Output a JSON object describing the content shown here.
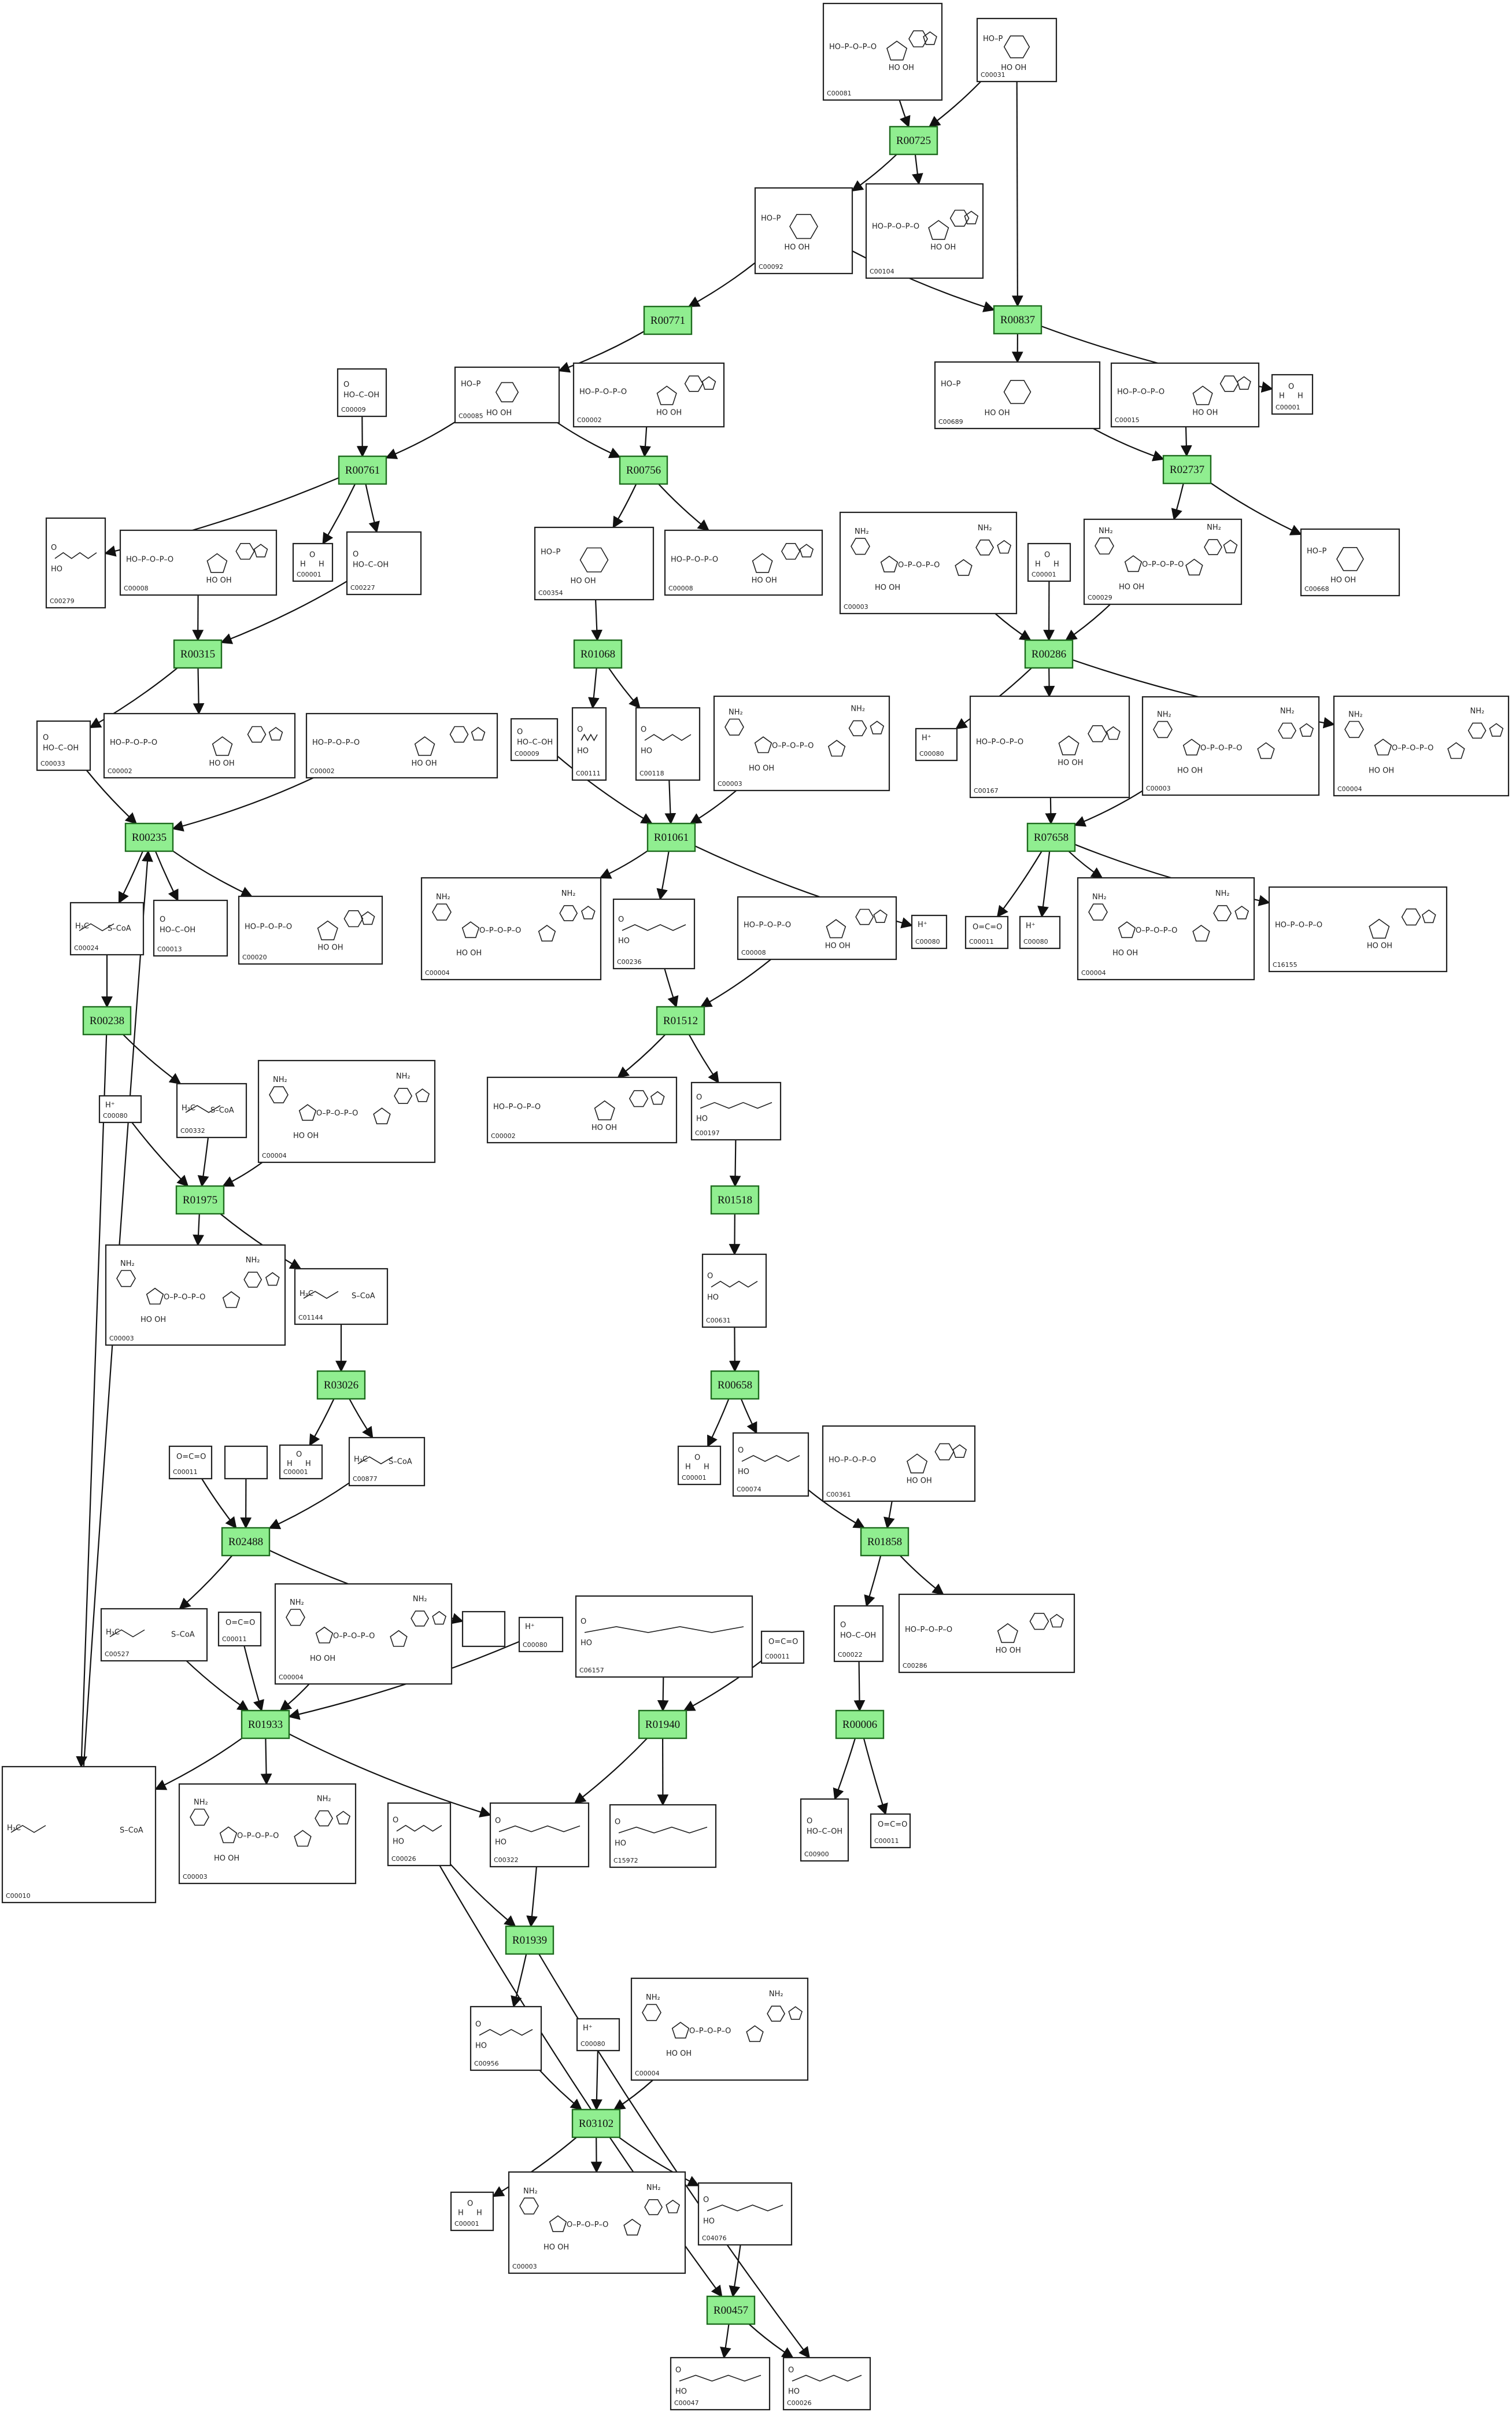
{
  "reactions": [
    {
      "id": "rx1",
      "label": "R00725"
    },
    {
      "id": "rx2",
      "label": "R00771"
    },
    {
      "id": "rx3",
      "label": "R00837"
    },
    {
      "id": "rx4",
      "label": "R00761"
    },
    {
      "id": "rx5",
      "label": "R00756"
    },
    {
      "id": "rx6",
      "label": "R02737"
    },
    {
      "id": "rx7",
      "label": "R00315"
    },
    {
      "id": "rx8",
      "label": "R01068"
    },
    {
      "id": "rx9",
      "label": "R00286"
    },
    {
      "id": "rx10",
      "label": "R00235"
    },
    {
      "id": "rx11",
      "label": "R01061"
    },
    {
      "id": "rx12",
      "label": "R07658"
    },
    {
      "id": "rx13",
      "label": "R00238"
    },
    {
      "id": "rx14",
      "label": "R01512"
    },
    {
      "id": "rx15",
      "label": "R01975"
    },
    {
      "id": "rx16",
      "label": "R01518"
    },
    {
      "id": "rx17",
      "label": "R03026"
    },
    {
      "id": "rx18",
      "label": "R00658"
    },
    {
      "id": "rx19",
      "label": "R02488"
    },
    {
      "id": "rx20",
      "label": "R01858"
    },
    {
      "id": "rx21",
      "label": "R01933"
    },
    {
      "id": "rx22",
      "label": "R01940"
    },
    {
      "id": "rx23",
      "label": "R00006"
    },
    {
      "id": "rx24",
      "label": "R01939"
    },
    {
      "id": "rx25",
      "label": "R03102"
    },
    {
      "id": "rx26",
      "label": "R00457"
    }
  ],
  "compounds": [
    {
      "id": "c1",
      "label": "C00081",
      "kind": "nuc"
    },
    {
      "id": "c2",
      "label": "C00031",
      "kind": "sugar"
    },
    {
      "id": "c3",
      "label": "C00092",
      "kind": "sugar"
    },
    {
      "id": "c4",
      "label": "C00104",
      "kind": "nuc"
    },
    {
      "id": "c5",
      "label": "C00009",
      "kind": "small"
    },
    {
      "id": "c6",
      "label": "C00085",
      "kind": "sugar"
    },
    {
      "id": "c7",
      "label": "C00002",
      "kind": "nuc"
    },
    {
      "id": "c8",
      "label": "C00689",
      "kind": "sugar"
    },
    {
      "id": "c9",
      "label": "C00015",
      "kind": "nuc"
    },
    {
      "id": "c10",
      "label": "C00001",
      "kind": "water"
    },
    {
      "id": "c11",
      "label": "C00279",
      "kind": "chain"
    },
    {
      "id": "c12",
      "label": "C00008",
      "kind": "nuc"
    },
    {
      "id": "c13",
      "label": "C00001",
      "kind": "water"
    },
    {
      "id": "c14",
      "label": "C00227",
      "kind": "small"
    },
    {
      "id": "c15",
      "label": "C00354",
      "kind": "sugar"
    },
    {
      "id": "c16",
      "label": "C00008",
      "kind": "nuc"
    },
    {
      "id": "c17",
      "label": "C00003",
      "kind": "dinuc"
    },
    {
      "id": "c18",
      "label": "C00001",
      "kind": "water"
    },
    {
      "id": "c19",
      "label": "C00029",
      "kind": "dinuc"
    },
    {
      "id": "c20",
      "label": "C00668",
      "kind": "sugar"
    },
    {
      "id": "c21",
      "label": "C00033",
      "kind": "small"
    },
    {
      "id": "c22",
      "label": "C00002",
      "kind": "nuc"
    },
    {
      "id": "c23",
      "label": "C00002",
      "kind": "nuc"
    },
    {
      "id": "c24",
      "label": "C00009",
      "kind": "small"
    },
    {
      "id": "c25",
      "label": "C00111",
      "kind": "chain"
    },
    {
      "id": "c26",
      "label": "C00118",
      "kind": "chain"
    },
    {
      "id": "c27",
      "label": "C00003",
      "kind": "dinuc"
    },
    {
      "id": "c28",
      "label": "C00080",
      "kind": "proton"
    },
    {
      "id": "c29",
      "label": "C00167",
      "kind": "nuc"
    },
    {
      "id": "c30",
      "label": "C00003",
      "kind": "dinuc"
    },
    {
      "id": "c31",
      "label": "C00004",
      "kind": "dinuc"
    },
    {
      "id": "c32",
      "label": "C00024",
      "kind": "coa"
    },
    {
      "id": "c33",
      "label": "C00013",
      "kind": "small"
    },
    {
      "id": "c34",
      "label": "C00020",
      "kind": "nuc"
    },
    {
      "id": "c35",
      "label": "C00004",
      "kind": "dinuc"
    },
    {
      "id": "c36",
      "label": "C00236",
      "kind": "chain"
    },
    {
      "id": "c37",
      "label": "C00008",
      "kind": "nuc"
    },
    {
      "id": "c38",
      "label": "C00080",
      "kind": "proton"
    },
    {
      "id": "c39",
      "label": "C00011",
      "kind": "co2"
    },
    {
      "id": "c40",
      "label": "C00080",
      "kind": "proton"
    },
    {
      "id": "c41",
      "label": "C00004",
      "kind": "dinuc"
    },
    {
      "id": "c42",
      "label": "C16155",
      "kind": "nuc"
    },
    {
      "id": "c43",
      "label": "C00080",
      "kind": "proton"
    },
    {
      "id": "c44",
      "label": "C00332",
      "kind": "coa"
    },
    {
      "id": "c45",
      "label": "C00004",
      "kind": "dinuc"
    },
    {
      "id": "c46",
      "label": "C00002",
      "kind": "nuc"
    },
    {
      "id": "c47",
      "label": "C00197",
      "kind": "chain"
    },
    {
      "id": "c48",
      "label": "C00003",
      "kind": "dinuc"
    },
    {
      "id": "c49",
      "label": "C01144",
      "kind": "coa"
    },
    {
      "id": "c50",
      "label": "C00631",
      "kind": "chain"
    },
    {
      "id": "c51",
      "label": "C00011",
      "kind": "co2"
    },
    {
      "id": "c52",
      "label": "",
      "kind": "empty"
    },
    {
      "id": "c53",
      "label": "C00001",
      "kind": "water"
    },
    {
      "id": "c54",
      "label": "C00877",
      "kind": "coa"
    },
    {
      "id": "c55",
      "label": "C00001",
      "kind": "water"
    },
    {
      "id": "c56",
      "label": "C00074",
      "kind": "chain"
    },
    {
      "id": "c57",
      "label": "C00361",
      "kind": "nuc"
    },
    {
      "id": "c58",
      "label": "C00527",
      "kind": "coa"
    },
    {
      "id": "c59",
      "label": "C00011",
      "kind": "co2"
    },
    {
      "id": "c60",
      "label": "C00004",
      "kind": "dinuc"
    },
    {
      "id": "c61",
      "label": "",
      "kind": "empty"
    },
    {
      "id": "c62",
      "label": "C00080",
      "kind": "proton"
    },
    {
      "id": "c63",
      "label": "C06157",
      "kind": "chain"
    },
    {
      "id": "c64",
      "label": "C00011",
      "kind": "co2"
    },
    {
      "id": "c65",
      "label": "C00022",
      "kind": "small"
    },
    {
      "id": "c66",
      "label": "C00286",
      "kind": "nuc"
    },
    {
      "id": "c67",
      "label": "C00010",
      "kind": "coa"
    },
    {
      "id": "c68",
      "label": "C00003",
      "kind": "dinuc"
    },
    {
      "id": "c69",
      "label": "C00026",
      "kind": "chain"
    },
    {
      "id": "c70",
      "label": "C00322",
      "kind": "chain"
    },
    {
      "id": "c71",
      "label": "C15972",
      "kind": "chain"
    },
    {
      "id": "c72",
      "label": "C00900",
      "kind": "small"
    },
    {
      "id": "c73",
      "label": "C00011",
      "kind": "co2"
    },
    {
      "id": "c74",
      "label": "C00956",
      "kind": "chain"
    },
    {
      "id": "c75",
      "label": "C00080",
      "kind": "proton"
    },
    {
      "id": "c76",
      "label": "C00004",
      "kind": "dinuc"
    },
    {
      "id": "c77",
      "label": "C00001",
      "kind": "water"
    },
    {
      "id": "c78",
      "label": "C00003",
      "kind": "dinuc"
    },
    {
      "id": "c79",
      "label": "C04076",
      "kind": "chain"
    },
    {
      "id": "c80",
      "label": "C00047",
      "kind": "chain"
    },
    {
      "id": "c81",
      "label": "C00026",
      "kind": "chain"
    }
  ],
  "edges": [
    [
      "c1",
      "rx1"
    ],
    [
      "c2",
      "rx1"
    ],
    [
      "rx1",
      "c3"
    ],
    [
      "rx1",
      "c4"
    ],
    [
      "c2",
      "rx3"
    ],
    [
      "c3",
      "rx2"
    ],
    [
      "c3",
      "rx3"
    ],
    [
      "rx2",
      "c6"
    ],
    [
      "rx3",
      "c8"
    ],
    [
      "rx3",
      "c10"
    ],
    [
      "c5",
      "rx4"
    ],
    [
      "c6",
      "rx4"
    ],
    [
      "c6",
      "rx5"
    ],
    [
      "c7",
      "rx5"
    ],
    [
      "rx4",
      "c11"
    ],
    [
      "rx4",
      "c13"
    ],
    [
      "rx4",
      "c14"
    ],
    [
      "c12",
      "rx7"
    ],
    [
      "c14",
      "rx7"
    ],
    [
      "rx5",
      "c15"
    ],
    [
      "rx5",
      "c16"
    ],
    [
      "c8",
      "rx6"
    ],
    [
      "c9",
      "rx6"
    ],
    [
      "rx6",
      "c19"
    ],
    [
      "rx6",
      "c20"
    ],
    [
      "rx7",
      "c21"
    ],
    [
      "rx7",
      "c22"
    ],
    [
      "c21",
      "rx10"
    ],
    [
      "c23",
      "rx10"
    ],
    [
      "c15",
      "rx8"
    ],
    [
      "rx8",
      "c25"
    ],
    [
      "rx8",
      "c26"
    ],
    [
      "c24",
      "rx11"
    ],
    [
      "c26",
      "rx11"
    ],
    [
      "c27",
      "rx11"
    ],
    [
      "c17",
      "rx9"
    ],
    [
      "c18",
      "rx9"
    ],
    [
      "c19",
      "rx9"
    ],
    [
      "rx9",
      "c28"
    ],
    [
      "rx9",
      "c29"
    ],
    [
      "rx9",
      "c31"
    ],
    [
      "c29",
      "rx12"
    ],
    [
      "c30",
      "rx12"
    ],
    [
      "rx10",
      "c32"
    ],
    [
      "rx10",
      "c33"
    ],
    [
      "rx10",
      "c34"
    ],
    [
      "rx11",
      "c35"
    ],
    [
      "rx11",
      "c36"
    ],
    [
      "rx11",
      "c38"
    ],
    [
      "c36",
      "rx14"
    ],
    [
      "c37",
      "rx14"
    ],
    [
      "rx12",
      "c39"
    ],
    [
      "rx12",
      "c40"
    ],
    [
      "rx12",
      "c41"
    ],
    [
      "rx12",
      "c42"
    ],
    [
      "c32",
      "rx13"
    ],
    [
      "rx13",
      "c44"
    ],
    [
      "rx13",
      "c67"
    ],
    [
      "c43",
      "rx15"
    ],
    [
      "c44",
      "rx15"
    ],
    [
      "c45",
      "rx15"
    ],
    [
      "rx15",
      "c48"
    ],
    [
      "rx15",
      "c49"
    ],
    [
      "rx14",
      "c46"
    ],
    [
      "rx14",
      "c47"
    ],
    [
      "c47",
      "rx16"
    ],
    [
      "rx16",
      "c50"
    ],
    [
      "c50",
      "rx18"
    ],
    [
      "c49",
      "rx17"
    ],
    [
      "rx17",
      "c53"
    ],
    [
      "rx17",
      "c54"
    ],
    [
      "rx18",
      "c55"
    ],
    [
      "rx18",
      "c56"
    ],
    [
      "c56",
      "rx20"
    ],
    [
      "c57",
      "rx20"
    ],
    [
      "c51",
      "rx19"
    ],
    [
      "c52",
      "rx19"
    ],
    [
      "c54",
      "rx19"
    ],
    [
      "rx19",
      "c58"
    ],
    [
      "rx19",
      "c61"
    ],
    [
      "rx20",
      "c65"
    ],
    [
      "rx20",
      "c66"
    ],
    [
      "c65",
      "rx23"
    ],
    [
      "rx23",
      "c72"
    ],
    [
      "rx23",
      "c73"
    ],
    [
      "c58",
      "rx21"
    ],
    [
      "c59",
      "rx21"
    ],
    [
      "c60",
      "rx21"
    ],
    [
      "c62",
      "rx21"
    ],
    [
      "rx21",
      "c67"
    ],
    [
      "rx21",
      "c68"
    ],
    [
      "rx21",
      "c70"
    ],
    [
      "c63",
      "rx22"
    ],
    [
      "c64",
      "rx22"
    ],
    [
      "rx22",
      "c70"
    ],
    [
      "rx22",
      "c71"
    ],
    [
      "c67",
      "rx10"
    ],
    [
      "c69",
      "rx24"
    ],
    [
      "c70",
      "rx24"
    ],
    [
      "rx24",
      "c74"
    ],
    [
      "rx24",
      "c81"
    ],
    [
      "c74",
      "rx25"
    ],
    [
      "c75",
      "rx25"
    ],
    [
      "c76",
      "rx25"
    ],
    [
      "rx25",
      "c77"
    ],
    [
      "rx25",
      "c78"
    ],
    [
      "rx25",
      "c79"
    ],
    [
      "c79",
      "rx26"
    ],
    [
      "c69",
      "rx26"
    ],
    [
      "rx26",
      "c80"
    ],
    [
      "rx26",
      "c81"
    ]
  ]
}
